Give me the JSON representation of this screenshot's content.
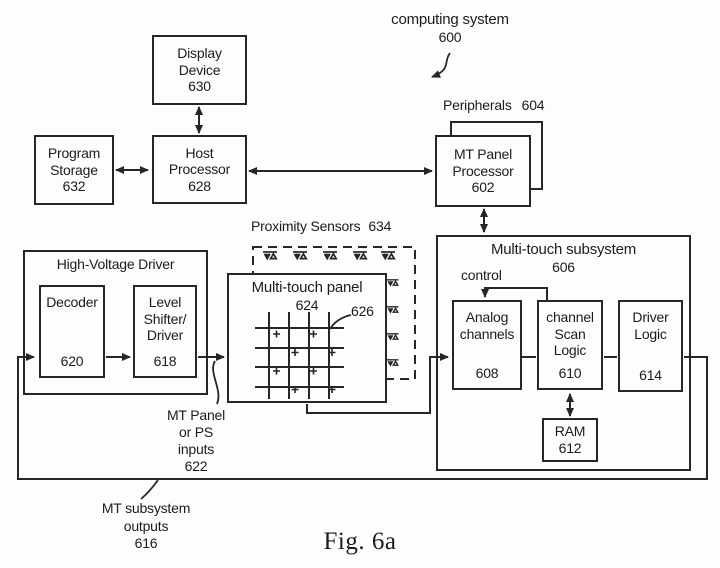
{
  "colors": {
    "line": "#262626",
    "text": "#1c1c1c",
    "background": "#fdfdfd"
  },
  "figure": {
    "caption": "Fig. 6a"
  },
  "annotations": {
    "computing_system": {
      "label": "computing system",
      "ref": "600"
    },
    "peripherals": {
      "label": "Peripherals",
      "ref": "604"
    },
    "proximity_sensors": {
      "label": "Proximity Sensors",
      "ref": "634"
    },
    "control_label": "control",
    "electrode_ref": "626",
    "panel_inputs": {
      "line1": "MT Panel",
      "line2": "or PS",
      "line3": "inputs",
      "ref": "622"
    },
    "subsystem_outputs": {
      "line1": "MT subsystem",
      "line2": "outputs",
      "ref": "616"
    }
  },
  "nodes": {
    "display_device": {
      "line1": "Display",
      "line2": "Device",
      "ref": "630"
    },
    "program_storage": {
      "line1": "Program",
      "line2": "Storage",
      "ref": "632"
    },
    "host_processor": {
      "line1": "Host",
      "line2": "Processor",
      "ref": "628"
    },
    "mt_panel_processor": {
      "line1": "MT Panel",
      "line2": "Processor",
      "ref": "602"
    },
    "high_voltage_driver": {
      "title": "High-Voltage Driver"
    },
    "decoder": {
      "line1": "Decoder",
      "ref": "620"
    },
    "level_shifter": {
      "line1": "Level",
      "line2": "Shifter/",
      "line3": "Driver",
      "ref": "618"
    },
    "multi_touch_panel": {
      "title": "Multi-touch panel",
      "ref": "624"
    },
    "multi_touch_subsystem": {
      "title": "Multi-touch subsystem",
      "ref": "606"
    },
    "analog_channels": {
      "line1": "Analog",
      "line2": "channels",
      "ref": "608"
    },
    "channel_scan_logic": {
      "line1": "channel",
      "line2": "Scan",
      "line3": "Logic",
      "ref": "610"
    },
    "driver_logic": {
      "line1": "Driver",
      "line2": "Logic",
      "ref": "614"
    },
    "ram": {
      "line1": "RAM",
      "ref": "612"
    }
  },
  "icons": {
    "proximity_sensor": "hatched-triangle-sensor-icon"
  }
}
